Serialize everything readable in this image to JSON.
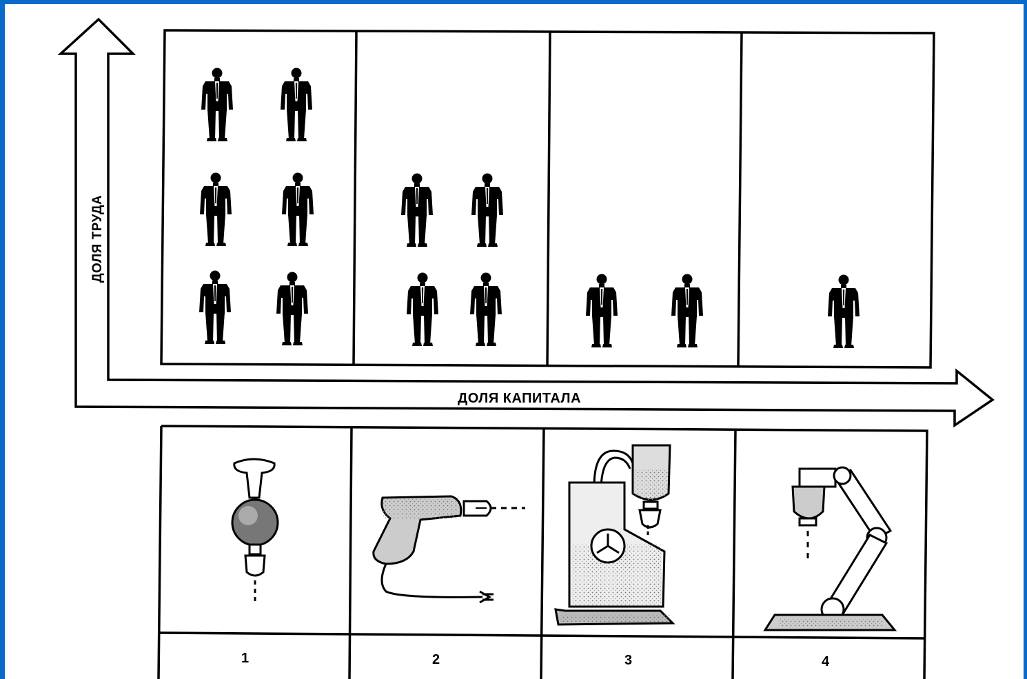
{
  "axes": {
    "y_label": "ДОЛЯ ТРУДА",
    "x_label": "ДОЛЯ КАПИТАЛА"
  },
  "panels": [
    {
      "number": "1",
      "workers": 6,
      "tool": "hand-drill-icon"
    },
    {
      "number": "2",
      "workers": 4,
      "tool": "electric-drill-icon"
    },
    {
      "number": "3",
      "workers": 2,
      "tool": "drill-press-machine-icon"
    },
    {
      "number": "4",
      "workers": 1,
      "tool": "robotic-arm-drill-icon"
    }
  ],
  "colors": {
    "frame": "#0a6ac9",
    "ink": "#000000",
    "paper": "#ffffff"
  }
}
